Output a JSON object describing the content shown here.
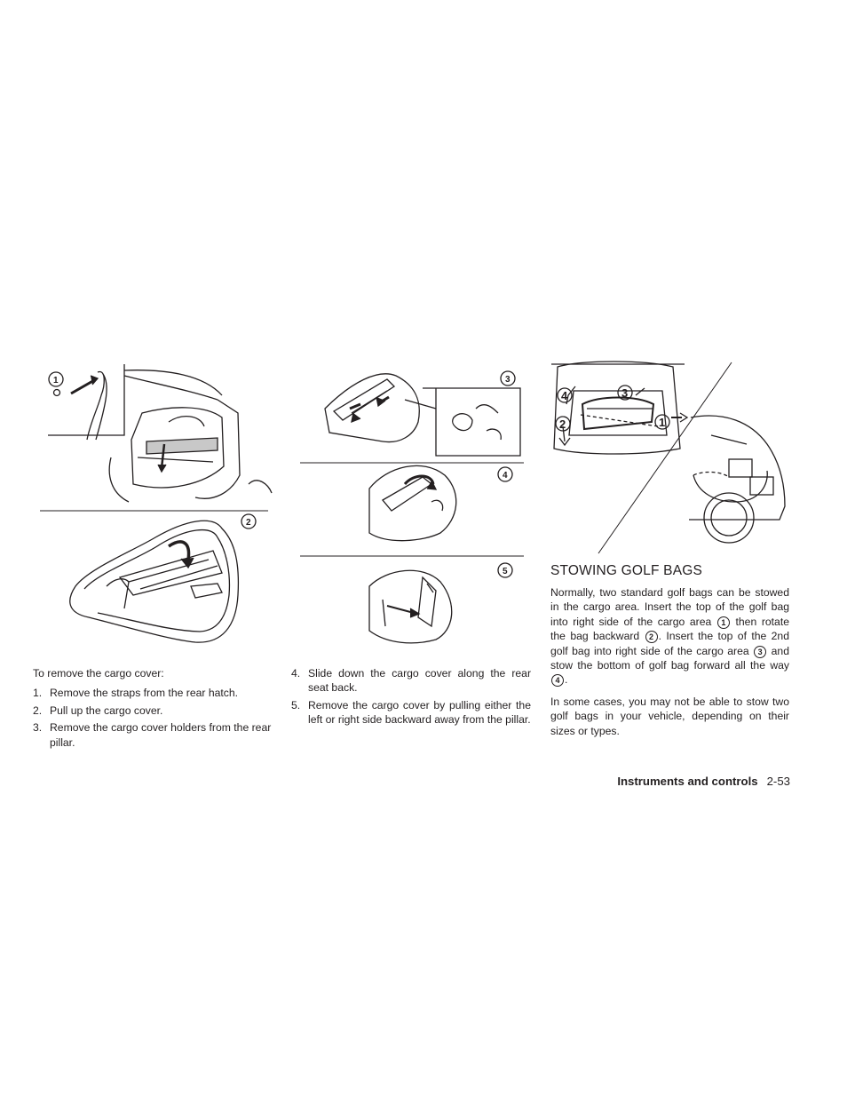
{
  "figure_labels": {
    "left_top": "1",
    "left_bottom": "2",
    "middle_top": "3",
    "middle_mid": "4",
    "middle_bottom": "5",
    "right_a": "1",
    "right_b": "2",
    "right_c": "3",
    "right_d": "4"
  },
  "left_column": {
    "intro": "To remove the cargo cover:",
    "steps": [
      {
        "num": "1.",
        "text": "Remove the straps from the rear hatch."
      },
      {
        "num": "2.",
        "text": "Pull up the cargo cover."
      },
      {
        "num": "3.",
        "text": "Remove the cargo cover holders from the rear pillar."
      }
    ]
  },
  "middle_column": {
    "steps": [
      {
        "num": "4.",
        "text": "Slide down the cargo cover along the rear seat back."
      },
      {
        "num": "5.",
        "text": "Remove the cargo cover by pulling either the left or right side backward away from the pillar."
      }
    ]
  },
  "right_column": {
    "heading": "STOWING GOLF BAGS",
    "para1": {
      "s1": "Normally, two standard golf bags can be stowed in the cargo area. Insert the top of the golf bag into right side of the cargo area",
      "c1": "1",
      "s2": "then rotate the bag backward",
      "c2": "2",
      "s3": ". Insert the top of the 2nd golf bag into right side of the cargo area",
      "c3": "3",
      "s4": "and stow the bottom of golf bag forward all the way",
      "c4": "4",
      "s5": "."
    },
    "para2": "In some cases, you may not be able to stow two golf bags in your vehicle, depending on their sizes or types."
  },
  "footer": {
    "section": "Instruments and controls",
    "page": "2-53"
  }
}
